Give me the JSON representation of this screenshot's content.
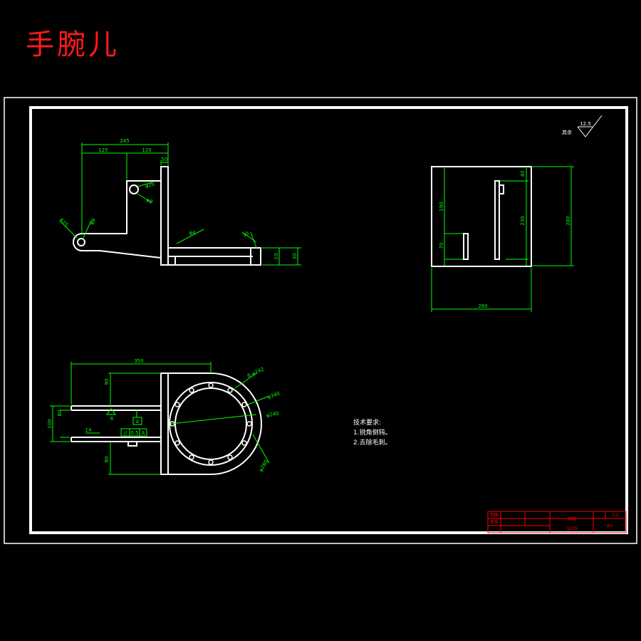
{
  "title": "手腕儿",
  "colors": {
    "line": "#ffffff",
    "dim": "#00ff00",
    "title": "#ff1a1a",
    "tb": "#ff0000"
  },
  "front_view": {
    "d_245": "245",
    "d_125": "125",
    "d_120": "120",
    "d_50": "50",
    "r25": "R25",
    "phi8a": "φ8",
    "phi20": "φ20",
    "phi8b": "φ8",
    "phi4": "φ4",
    "d_30": "30",
    "d_10": "10",
    "d_30b": "30"
  },
  "side_view": {
    "d_190": "190",
    "d_70": "70",
    "d_40": "40",
    "d_230": "230",
    "d_280": "280",
    "d_280w": "280"
  },
  "top_view": {
    "d_350": "350",
    "d_90a": "90",
    "d_80": "80",
    "d_100": "100",
    "d_90b": "90",
    "phi242": "8-φ242",
    "phi340": "φ340",
    "phi240": "φ240",
    "phi280": "φ280",
    "datum": "A",
    "tol_sym": "//",
    "tol_val": "0.5",
    "tol_datum": "A",
    "note_6": "6",
    "note_14": "14"
  },
  "roughness": {
    "value": "12.5",
    "label": "其余"
  },
  "tech": {
    "heading": "技术要求:",
    "item1": "1.锐角倒钝。",
    "item2": "2.去除毛刺。"
  },
  "title_block": {
    "name": "手腕",
    "scale": "1:2",
    "drawn": "制图",
    "check": "审核",
    "code": "Q235",
    "sheet": "A3"
  }
}
